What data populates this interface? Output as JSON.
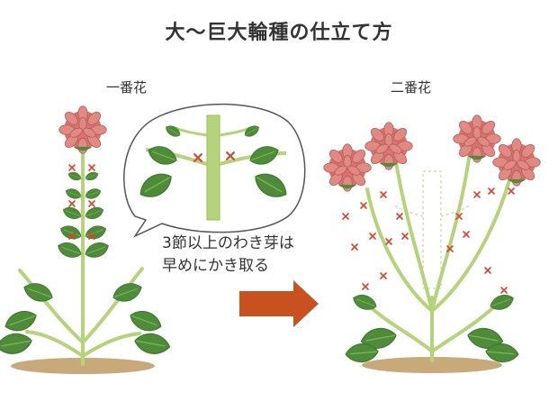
{
  "title": "大〜巨大輪種の仕立て方",
  "first_flower": {
    "label": "一番花"
  },
  "second_flower": {
    "label": "二番花"
  },
  "note": {
    "line1": "3節以上のわき芽は",
    "line2": "早めにかき取る"
  },
  "colors": {
    "stem": "#b5d37a",
    "leaf": "#4e8c3a",
    "leaf_dark": "#3f7a2e",
    "flower": "#d9736f",
    "flower_dark": "#b85a57",
    "soil": "#c7a97a",
    "arrow": "#c7511f",
    "cut_mark": "#d9432b",
    "removed_outline": "#d8d8b8",
    "bubble_outline": "#555555",
    "text": "#333333"
  },
  "icons": [
    "chrysanthemum-flower-icon",
    "leaf-icon",
    "cut-mark-icon",
    "arrow-right-icon"
  ]
}
